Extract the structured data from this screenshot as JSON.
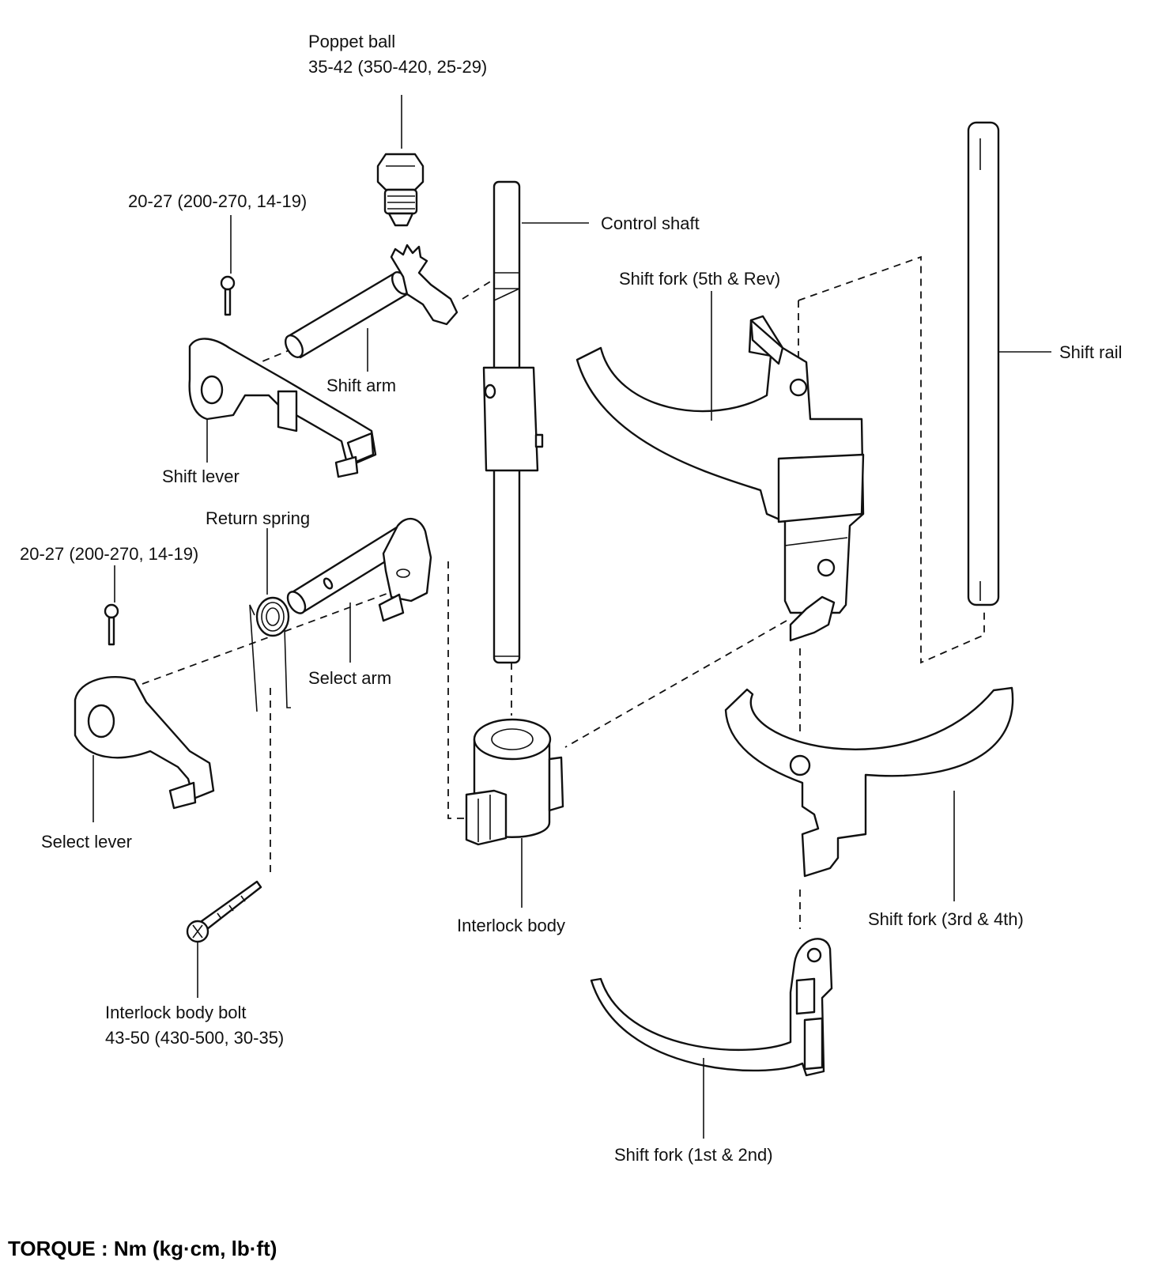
{
  "labels": {
    "poppet_ball": "Poppet ball",
    "poppet_ball_torque": "35-42 (350-420, 25-29)",
    "bolt_upper_torque": "20-27 (200-270, 14-19)",
    "control_shaft": "Control shaft",
    "shift_fork_5th_rev": "Shift fork (5th & Rev)",
    "shift_rail": "Shift rail",
    "shift_arm": "Shift arm",
    "shift_lever": "Shift lever",
    "return_spring": "Return spring",
    "bolt_lower_torque": "20-27 (200-270, 14-19)",
    "select_arm": "Select arm",
    "select_lever": "Select lever",
    "interlock_body": "Interlock body",
    "shift_fork_3rd_4th": "Shift fork (3rd & 4th)",
    "interlock_body_bolt": "Interlock body bolt",
    "interlock_body_bolt_torque": "43-50 (430-500, 30-35)",
    "shift_fork_1st_2nd": "Shift fork (1st & 2nd)"
  },
  "footer": {
    "torque_note": "TORQUE : Nm (kg·cm, lb·ft)"
  },
  "icons": [
    "poppet-ball-icon",
    "bolt-icon",
    "spring-icon",
    "shaft-icon",
    "fork-icon",
    "lever-icon"
  ]
}
